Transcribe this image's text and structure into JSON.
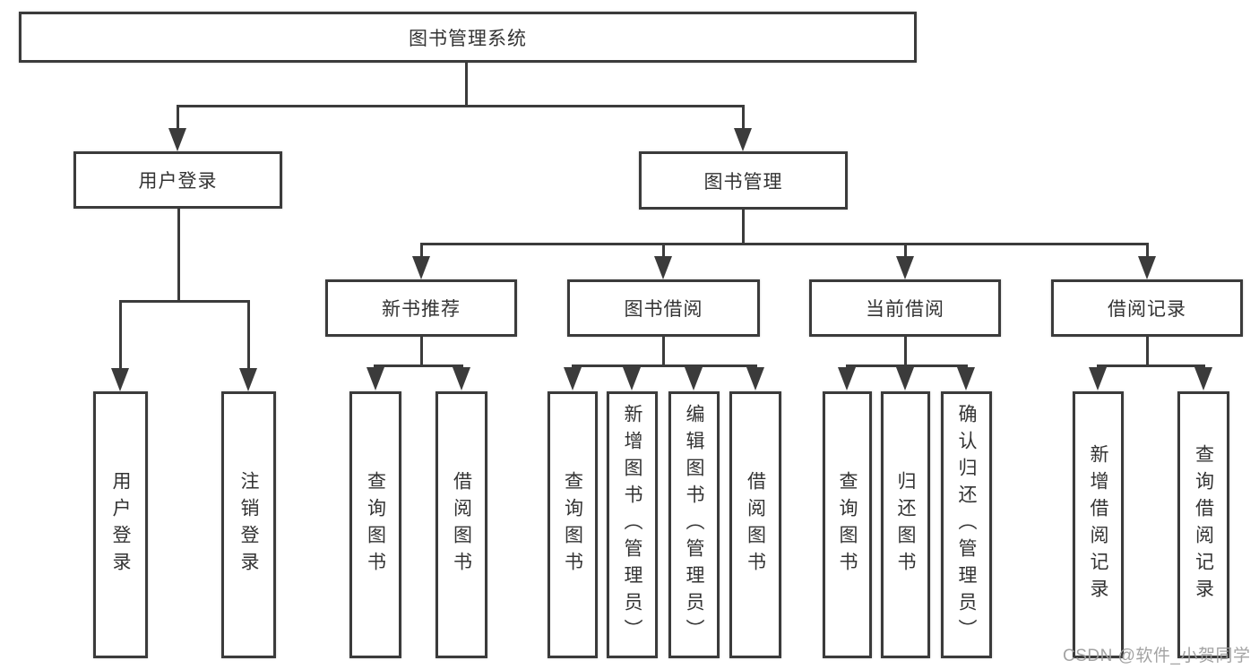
{
  "diagram": {
    "root": {
      "label": "图书管理系统"
    },
    "user_login": {
      "label": "用户登录",
      "children": [
        {
          "label": "用户登录"
        },
        {
          "label": "注销登录"
        }
      ]
    },
    "book_mgmt": {
      "label": "图书管理",
      "children": [
        {
          "label": "新书推荐",
          "children": [
            {
              "label": "查询图书"
            },
            {
              "label": "借阅图书"
            }
          ]
        },
        {
          "label": "图书借阅",
          "children": [
            {
              "label": "查询图书"
            },
            {
              "label": "新增图书（管理员）"
            },
            {
              "label": "编辑图书（管理员）"
            },
            {
              "label": "借阅图书"
            }
          ]
        },
        {
          "label": "当前借阅",
          "children": [
            {
              "label": "查询图书"
            },
            {
              "label": "归还图书"
            },
            {
              "label": "确认归还（管理员）"
            }
          ]
        },
        {
          "label": "借阅记录",
          "children": [
            {
              "label": "新增借阅记录"
            },
            {
              "label": "查询借阅记录"
            }
          ]
        }
      ]
    },
    "watermark": "CSDN @软件_小贺同学",
    "colors": {
      "line": "#3b3b3b",
      "text": "#333333",
      "watermark": "#9e9e9e",
      "background": "#ffffff"
    }
  }
}
